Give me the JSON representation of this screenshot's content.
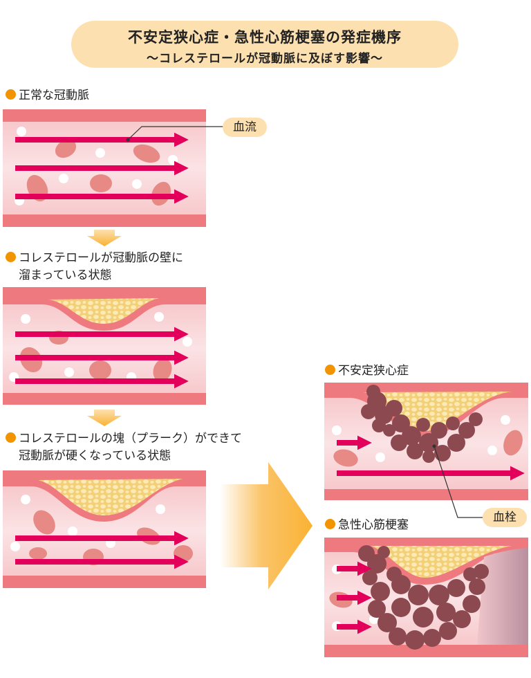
{
  "title": {
    "main": "不安定狭心症・急性心筋梗塞の発症機序",
    "sub": "～コレステロールが冠動脈に及ぼす影響～"
  },
  "stages": [
    {
      "label": "正常な冠動脈"
    },
    {
      "label_line1": "コレステロールが冠動脈の壁に",
      "label_line2": "溜まっている状態"
    },
    {
      "label_line1": "コレステロールの塊（プラーク）ができて",
      "label_line2": "冠動脈が硬くなっている状態"
    }
  ],
  "outcomes": [
    {
      "label": "不安定狭心症"
    },
    {
      "label": "急性心筋梗塞"
    }
  ],
  "callouts": {
    "blood_flow": "血流",
    "thrombus": "血栓"
  },
  "colors": {
    "vessel_wall": "#ee7a80",
    "lumen": "#f8d3d6",
    "flow_arrow": "#e2005a",
    "red_cell": "#e78a86",
    "plaque": "#f5d98e",
    "thrombus": "#8c4a50",
    "accent": "#f29400",
    "big_arrow": "#f9b233",
    "pill": "#fde0b0"
  }
}
